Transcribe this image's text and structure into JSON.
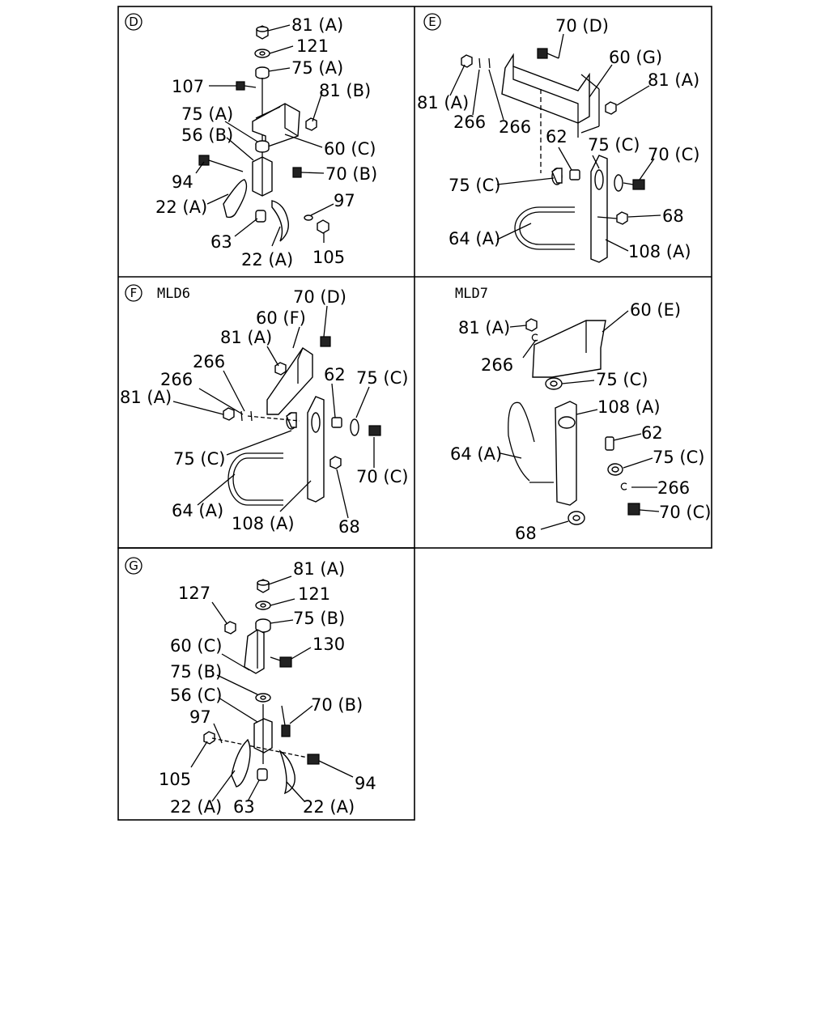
{
  "panels": {
    "D": {
      "letter": "D",
      "labels": {
        "l81a": "81 (A)",
        "l121": "121",
        "l75a1": "75 (A)",
        "l107": "107",
        "l81b": "81 (B)",
        "l75a2": "75 (A)",
        "l56b": "56 (B)",
        "l60c": "60 (C)",
        "l94": "94",
        "l70b": "70 (B)",
        "l97": "97",
        "l22a1": "22 (A)",
        "l63": "63",
        "l22a2": "22 (A)",
        "l105": "105"
      }
    },
    "E": {
      "letter": "E",
      "labels": {
        "l70d": "70 (D)",
        "l60g": "60 (G)",
        "l81a1": "81 (A)",
        "l81a2": "81 (A)",
        "l266a": "266",
        "l266b": "266",
        "l62": "62",
        "l75c1": "75 (C)",
        "l70c": "70 (C)",
        "l75c2": "75 (C)",
        "l68": "68",
        "l64a": "64 (A)",
        "l108a": "108 (A)"
      }
    },
    "F": {
      "letter": "F",
      "model": "MLD6",
      "labels": {
        "l70d": "70 (D)",
        "l60f": "60 (F)",
        "l81a1": "81 (A)",
        "l266a": "266",
        "l266b": "266",
        "l81a2": "81 (A)",
        "l62": "62",
        "l75c1": "75 (C)",
        "l75c2": "75 (C)",
        "l70c": "70 (C)",
        "l64a": "64 (A)",
        "l108a": "108 (A)",
        "l68": "68"
      }
    },
    "MLD7": {
      "model": "MLD7",
      "labels": {
        "l81a": "81 (A)",
        "l60e": "60 (E)",
        "l266a": "266",
        "l75c1": "75 (C)",
        "l108a": "108 (A)",
        "l64a": "64 (A)",
        "l62": "62",
        "l75c2": "75 (C)",
        "l266b": "266",
        "l70c": "70 (C)",
        "l68": "68"
      }
    },
    "G": {
      "letter": "G",
      "labels": {
        "l81a": "81 (A)",
        "l127": "127",
        "l121": "121",
        "l75b1": "75 (B)",
        "l60c": "60 (C)",
        "l130": "130",
        "l75b2": "75 (B)",
        "l56c": "56 (C)",
        "l70b": "70 (B)",
        "l97": "97",
        "l105": "105",
        "l94": "94",
        "l22a1": "22 (A)",
        "l63": "63",
        "l22a2": "22 (A)"
      }
    }
  }
}
